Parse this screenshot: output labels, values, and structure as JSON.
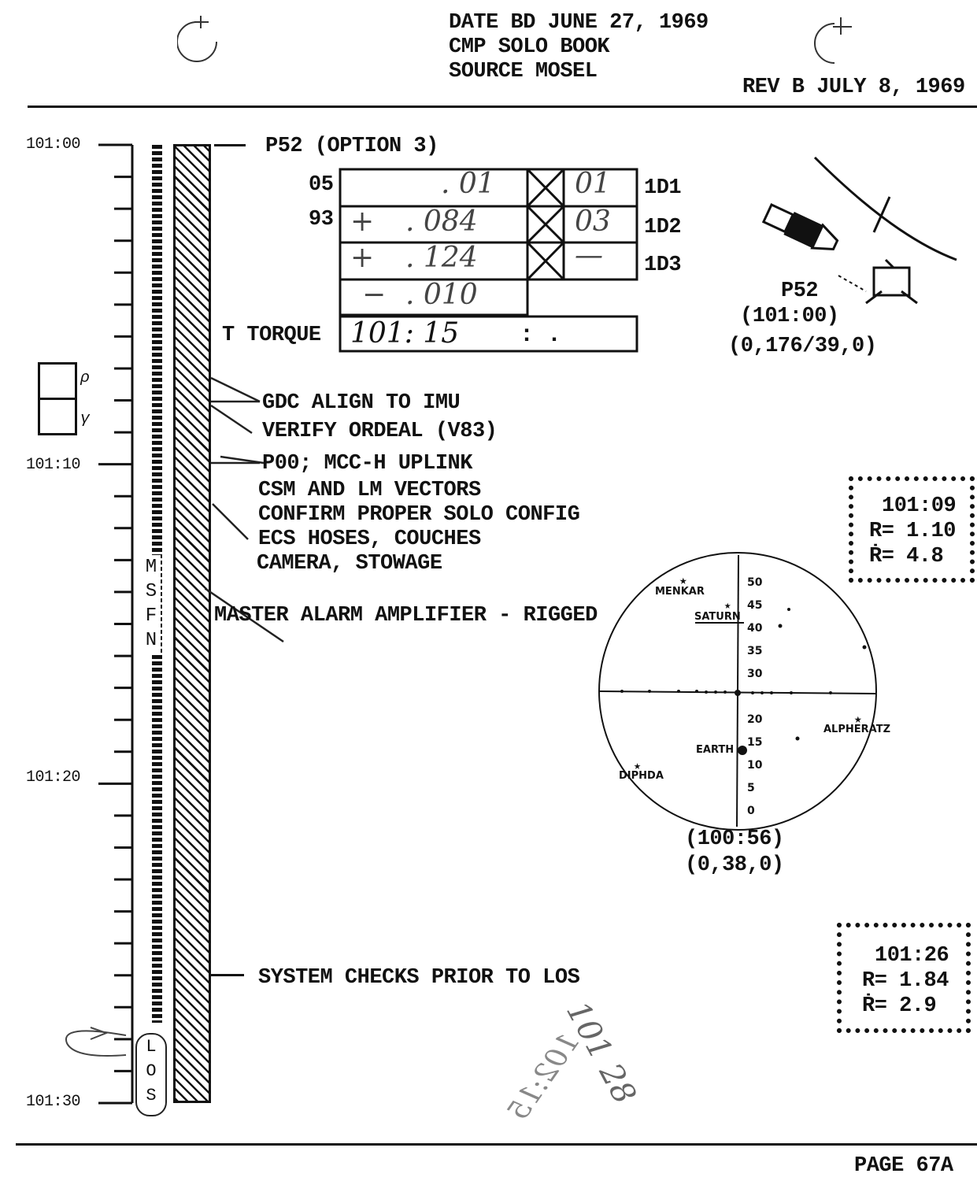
{
  "header": {
    "line1": "DATE  BD  JUNE 27, 1969",
    "line2": "CMP SOLO BOOK",
    "line3": "SOURCE MOSEL",
    "revision": "REV B JULY 8, 1969"
  },
  "timeline": {
    "labels": [
      "101:00",
      "101:10",
      "101:20",
      "101:30"
    ],
    "msfn": [
      "M",
      "S",
      "F",
      "N"
    ],
    "los": [
      "L",
      "O",
      "S"
    ]
  },
  "rho_gamma": {
    "rho": "ρ",
    "gamma": "γ"
  },
  "p52": {
    "title": "P52 (OPTION 3)",
    "row_labels": [
      "05",
      "93"
    ],
    "right_labels": [
      "1D1",
      "1D2",
      "1D3"
    ],
    "values": [
      ". 01",
      ". 084",
      ". 124",
      ". 010"
    ],
    "signs": [
      "",
      "+",
      "+",
      "−"
    ],
    "ids": [
      "01",
      "03",
      "—"
    ],
    "torque_label": "T TORQUE",
    "torque_value": "101: 15",
    "torque_rest": ":    ."
  },
  "events": [
    "GDC ALIGN TO IMU",
    "VERIFY ORDEAL (V83)",
    "P00; MCC-H UPLINK",
    "CSM AND LM VECTORS",
    "CONFIRM PROPER SOLO CONFIG",
    "ECS HOSES, COUCHES",
    "CAMERA, STOWAGE",
    "MASTER ALARM AMPLIFIER - RIGGED",
    "SYSTEM CHECKS PRIOR TO LOS"
  ],
  "p52_figure": {
    "title": "P52",
    "time": "(101:00)",
    "attitude": "(0,176/39,0)"
  },
  "box1": {
    "time": "101:09",
    "r": "R= 1.10",
    "rdot": "Ṙ= 4.8"
  },
  "box2": {
    "time": "101:26",
    "r": "R= 1.84",
    "rdot": "Ṙ= 2.9"
  },
  "star_chart": {
    "scale": [
      "50",
      "45",
      "40",
      "35",
      "30",
      "20",
      "15",
      "10",
      "5",
      "0"
    ],
    "stars": [
      "MENKAR",
      "SATURN",
      "ALPHERATZ",
      "DIPHDA"
    ],
    "earth": "EARTH",
    "time": "(100:56)",
    "attitude": "(0,38,0)"
  },
  "handwritten": {
    "note1": "101 28",
    "note2": "102:15"
  },
  "footer": {
    "page": "PAGE 67A"
  }
}
